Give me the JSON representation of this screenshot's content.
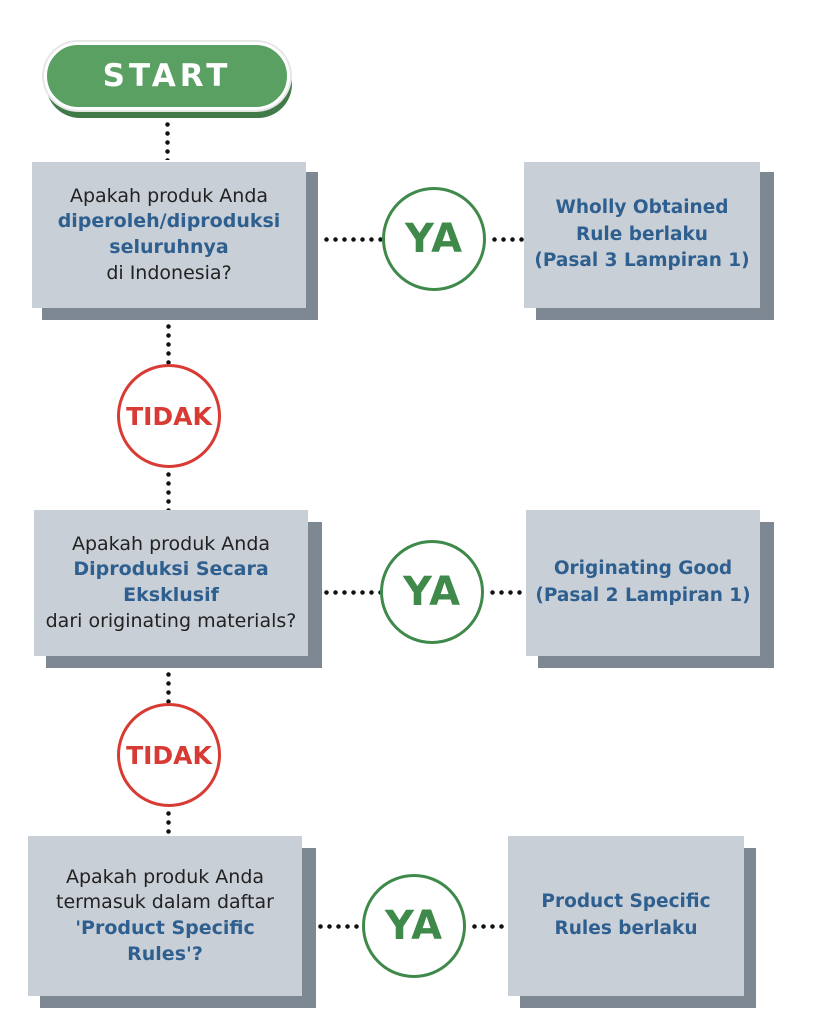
{
  "start": {
    "label": "START"
  },
  "colors": {
    "question_box": "#c9cfd7",
    "box_shadow": "#7e8893",
    "highlight_text": "#2e5f8e",
    "yes_green": "#3f8a4a",
    "no_red": "#d83b33",
    "start_green": "#5aa062"
  },
  "steps": [
    {
      "question": {
        "line1": "Apakah produk Anda",
        "highlight": "diperoleh/diproduksi seluruhnya",
        "line3": "di Indonesia?"
      },
      "yes_label": "YA",
      "result": {
        "line1": "Wholly Obtained Rule berlaku",
        "line2": "(Pasal 3 Lampiran 1)"
      },
      "no_label": "TIDAK"
    },
    {
      "question": {
        "line1": "Apakah produk Anda",
        "highlight": "Diproduksi Secara Eksklusif",
        "line3": "dari originating materials?"
      },
      "yes_label": "YA",
      "result": {
        "line1": "Originating Good",
        "line2": "(Pasal 2 Lampiran 1)"
      },
      "no_label": "TIDAK"
    },
    {
      "question": {
        "line1": "Apakah produk Anda",
        "line2": "termasuk dalam daftar",
        "highlight": "'Product Specific Rules'?"
      },
      "yes_label": "YA",
      "result": {
        "line1": "Product Specific",
        "line2": "Rules berlaku"
      }
    }
  ]
}
